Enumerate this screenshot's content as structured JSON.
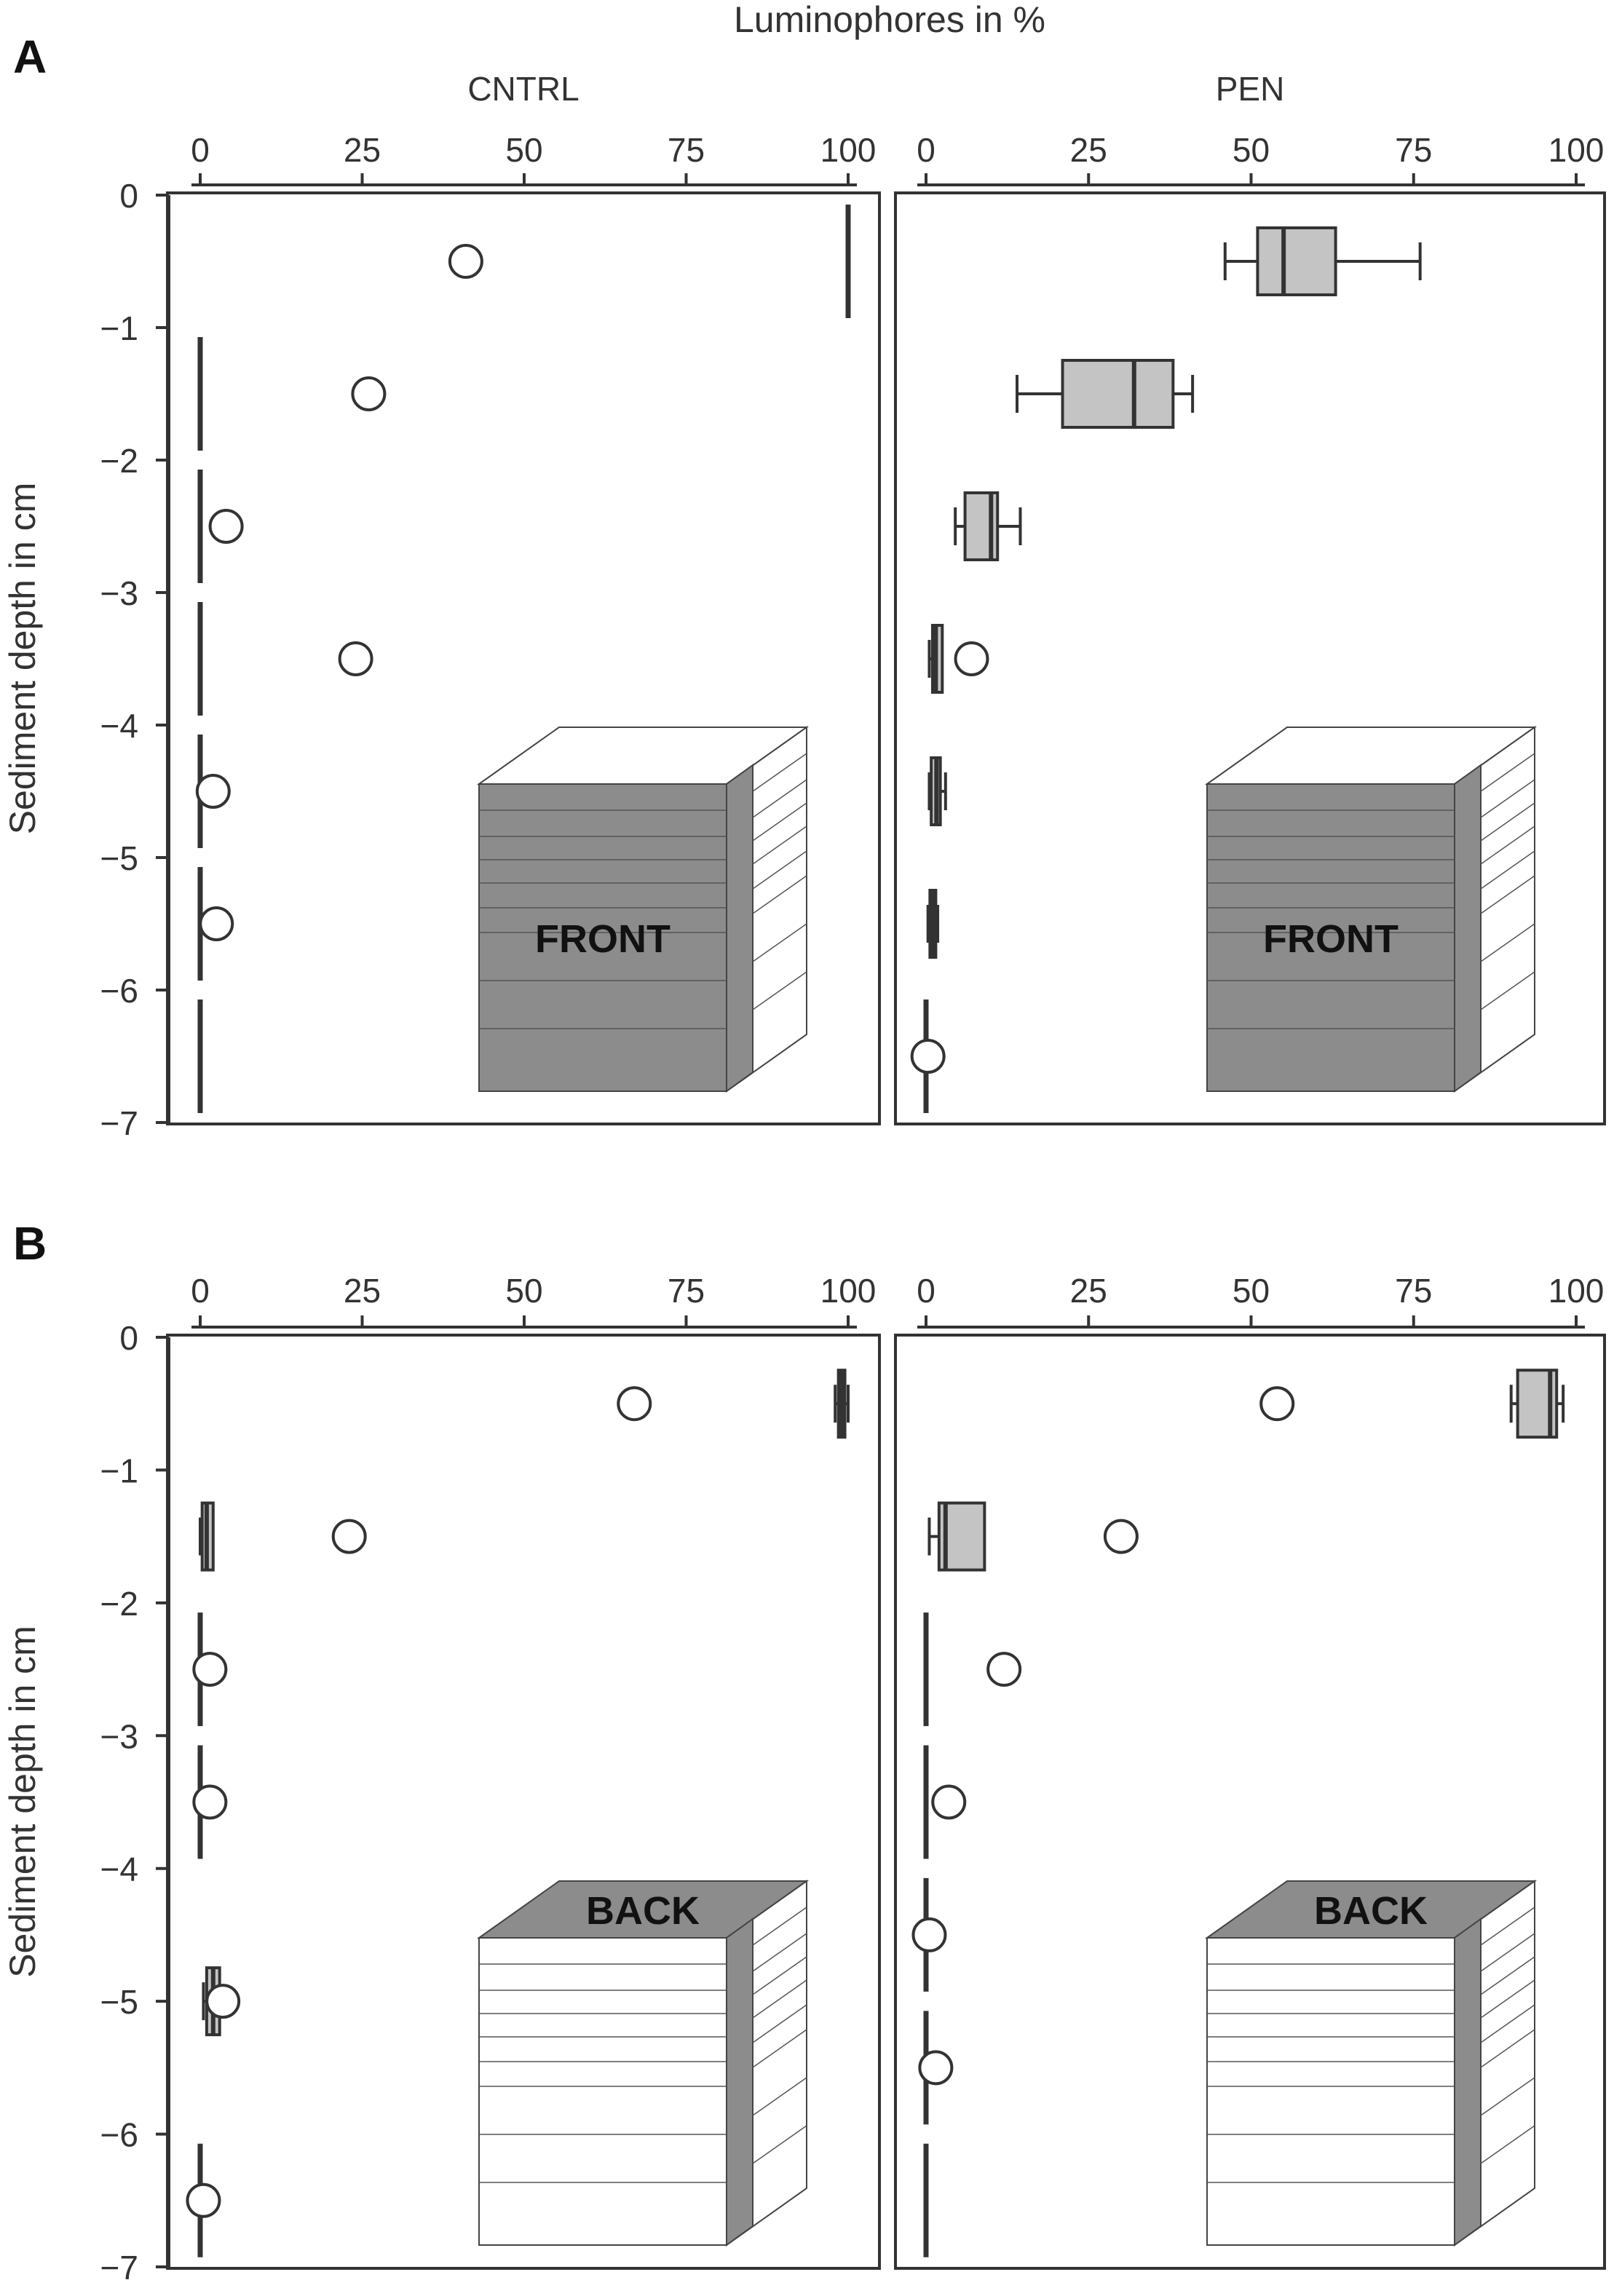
{
  "chart_data": {
    "type": "box",
    "top_label": "Luminophores in %",
    "ylabel": "Sediment depth in cm",
    "xlim": [
      0,
      100
    ],
    "ylim": [
      -7,
      0
    ],
    "x_ticks": [
      0,
      25,
      50,
      75,
      100
    ],
    "y_ticks": [
      0,
      -1,
      -2,
      -3,
      -4,
      -5,
      -6,
      -7
    ],
    "columns": [
      "CNTRL",
      "PEN"
    ],
    "rows": [
      {
        "letter": "A",
        "block_label": "FRONT",
        "panels": [
          {
            "column": "CNTRL",
            "boxes": [
              {
                "depth": -0.5,
                "min": 100,
                "q1": 100,
                "median": 100,
                "q3": 100,
                "max": 100,
                "outliers": [
                  41
                ]
              },
              {
                "depth": -1.5,
                "min": 0,
                "q1": 0,
                "median": 0,
                "q3": 0,
                "max": 0,
                "outliers": [
                  26
                ]
              },
              {
                "depth": -2.5,
                "min": 0,
                "q1": 0,
                "median": 0,
                "q3": 0,
                "max": 0,
                "outliers": [
                  4
                ]
              },
              {
                "depth": -3.5,
                "min": 0,
                "q1": 0,
                "median": 0,
                "q3": 0,
                "max": 0,
                "outliers": [
                  24
                ]
              },
              {
                "depth": -4.5,
                "min": 0,
                "q1": 0,
                "median": 0,
                "q3": 0,
                "max": 0,
                "outliers": [
                  2
                ]
              },
              {
                "depth": -5.5,
                "min": 0,
                "q1": 0,
                "median": 0,
                "q3": 0,
                "max": 0,
                "outliers": [
                  2.5
                ]
              },
              {
                "depth": -6.5,
                "min": 0,
                "q1": 0,
                "median": 0,
                "q3": 0,
                "max": 0,
                "outliers": []
              }
            ]
          },
          {
            "column": "PEN",
            "boxes": [
              {
                "depth": -0.5,
                "min": 46,
                "q1": 51,
                "median": 55,
                "q3": 63,
                "max": 76,
                "outliers": []
              },
              {
                "depth": -1.5,
                "min": 14,
                "q1": 21,
                "median": 32,
                "q3": 38,
                "max": 41,
                "outliers": []
              },
              {
                "depth": -2.5,
                "min": 4.5,
                "q1": 6,
                "median": 10,
                "q3": 11,
                "max": 14.5,
                "outliers": []
              },
              {
                "depth": -3.5,
                "min": 0.5,
                "q1": 1,
                "median": 1.5,
                "q3": 2.5,
                "max": 2.5,
                "outliers": [
                  7
                ]
              },
              {
                "depth": -4.5,
                "min": 0.5,
                "q1": 0.8,
                "median": 1.6,
                "q3": 2.2,
                "max": 3,
                "outliers": []
              },
              {
                "depth": -5.5,
                "min": 0.3,
                "q1": 0.6,
                "median": 1,
                "q3": 1.5,
                "max": 1.8,
                "outliers": []
              },
              {
                "depth": -6.5,
                "min": 0,
                "q1": 0,
                "median": 0,
                "q3": 0,
                "max": 0,
                "outliers": [
                  0.3
                ]
              }
            ]
          }
        ]
      },
      {
        "letter": "B",
        "block_label": "BACK",
        "panels": [
          {
            "column": "CNTRL",
            "boxes": [
              {
                "depth": -0.5,
                "min": 98,
                "q1": 98.5,
                "median": 99,
                "q3": 99.5,
                "max": 100,
                "outliers": [
                  67
                ]
              },
              {
                "depth": -1.5,
                "min": 0,
                "q1": 0.3,
                "median": 1,
                "q3": 2,
                "max": 2,
                "outliers": [
                  23
                ]
              },
              {
                "depth": -2.5,
                "min": 0,
                "q1": 0,
                "median": 0,
                "q3": 0,
                "max": 0,
                "outliers": [
                  1.5
                ]
              },
              {
                "depth": -3.5,
                "min": 0,
                "q1": 0,
                "median": 0,
                "q3": 0,
                "max": 0,
                "outliers": [
                  1.5
                ]
              },
              {
                "depth": -5,
                "min": 0.5,
                "q1": 1,
                "median": 2,
                "q3": 3,
                "max": 3,
                "outliers": [
                  3.5
                ]
              },
              {
                "depth": -6.5,
                "min": 0,
                "q1": 0,
                "median": 0,
                "q3": 0,
                "max": 0,
                "outliers": [
                  0.5
                ]
              }
            ]
          },
          {
            "column": "PEN",
            "boxes": [
              {
                "depth": -0.5,
                "min": 90,
                "q1": 91,
                "median": 96,
                "q3": 97,
                "max": 98,
                "outliers": [
                  54
                ]
              },
              {
                "depth": -1.5,
                "min": 0.5,
                "q1": 2,
                "median": 3,
                "q3": 9,
                "max": 9,
                "outliers": [
                  30
                ]
              },
              {
                "depth": -2.5,
                "min": 0,
                "q1": 0,
                "median": 0,
                "q3": 0,
                "max": 0,
                "outliers": [
                  12
                ]
              },
              {
                "depth": -3.5,
                "min": 0,
                "q1": 0,
                "median": 0,
                "q3": 0,
                "max": 0,
                "outliers": [
                  3.5
                ]
              },
              {
                "depth": -4.5,
                "min": 0,
                "q1": 0,
                "median": 0,
                "q3": 0,
                "max": 0,
                "outliers": [
                  0.5
                ]
              },
              {
                "depth": -5.5,
                "min": 0,
                "q1": 0,
                "median": 0,
                "q3": 0,
                "max": 0,
                "outliers": [
                  1.5
                ]
              },
              {
                "depth": -6.5,
                "min": 0,
                "q1": 0,
                "median": 0,
                "q3": 0,
                "max": 0,
                "outliers": []
              }
            ]
          }
        ]
      }
    ],
    "colors": {
      "box_fill": "#c4c4c4",
      "line": "#333333",
      "block_shaded": "#8c8c8c",
      "block_plain": "#ffffff"
    }
  }
}
